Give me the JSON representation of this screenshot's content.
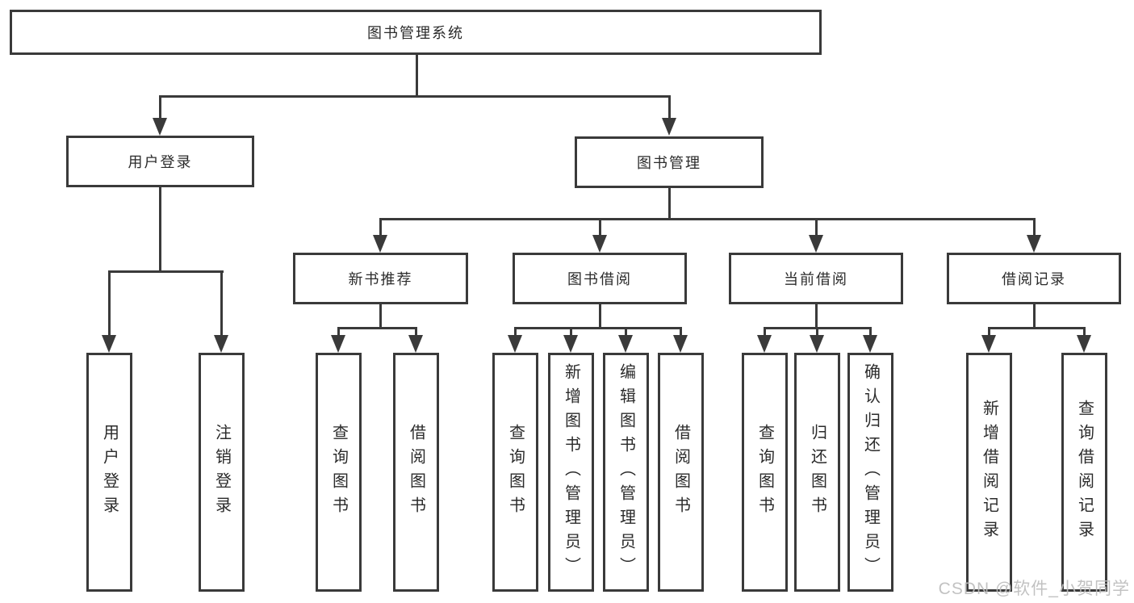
{
  "tree": {
    "root": "图书管理系统",
    "branches": [
      {
        "label": "用户登录",
        "children": [
          "用户登录",
          "注销登录"
        ]
      },
      {
        "label": "图书管理",
        "children": [
          {
            "label": "新书推荐",
            "children": [
              "查询图书",
              "借阅图书"
            ]
          },
          {
            "label": "图书借阅",
            "children": [
              "查询图书",
              "新增图书（管理员）",
              "编辑图书（管理员）",
              "借阅图书"
            ]
          },
          {
            "label": "当前借阅",
            "children": [
              "查询图书",
              "归还图书",
              "确认归还（管理员）"
            ]
          },
          {
            "label": "借阅记录",
            "children": [
              "新增借阅记录",
              "查询借阅记录"
            ]
          }
        ]
      }
    ]
  },
  "watermark": {
    "text": "CSDN @软件_小贺同学"
  },
  "colors": {
    "line": "#3a3a3a",
    "text": "#2b2b2b",
    "watermark": "#bdbdbd",
    "background": "#ffffff"
  }
}
